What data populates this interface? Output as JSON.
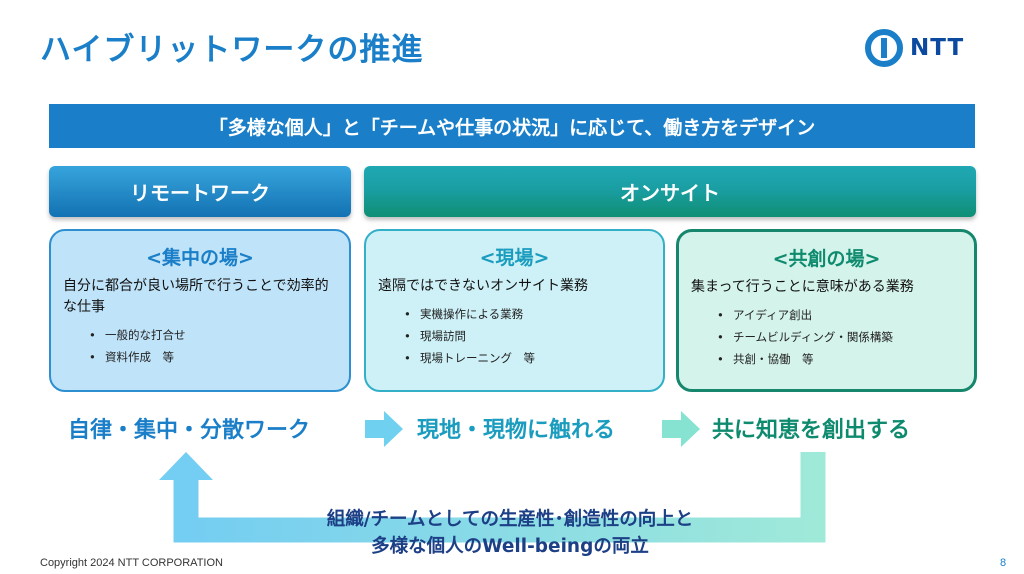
{
  "title": "ハイブリットワークの推進",
  "logo_text": "NTT",
  "banner": "「多様な個人」と「チームや仕事の状況」に応じて、働き方をデザイン",
  "categories": {
    "remote": "リモートワーク",
    "onsite": "オンサイト"
  },
  "cards": [
    {
      "title": "<集中の場>",
      "desc": "自分に都合が良い場所で行うことで効率的な仕事",
      "items": [
        "一般的な打合せ",
        "資料作成　等"
      ]
    },
    {
      "title": "<現場>",
      "desc": "遠隔ではできないオンサイト業務",
      "items": [
        "実機操作による業務",
        "現場訪問",
        "現場トレーニング　等"
      ]
    },
    {
      "title": "<共創の場>",
      "desc": "集まって行うことに意味がある業務",
      "items": [
        "アイディア創出",
        "チームビルディング・関係構築",
        "共創・協働　等"
      ]
    }
  ],
  "flow": [
    "自律・集中・分散ワーク",
    "現地・現物に触れる",
    "共に知恵を創出する"
  ],
  "outcome": {
    "line1": "組織/チームとしての生産性･創造性の向上と",
    "line2": "多様な個人のWell-beingの両立"
  },
  "copyright": "Copyright 2024 NTT CORPORATION",
  "page_number": "8",
  "colors": {
    "primary_blue": "#1a7fc8",
    "teal": "#1a9cbf",
    "green": "#0e8a6e",
    "navy": "#1d3f86"
  }
}
